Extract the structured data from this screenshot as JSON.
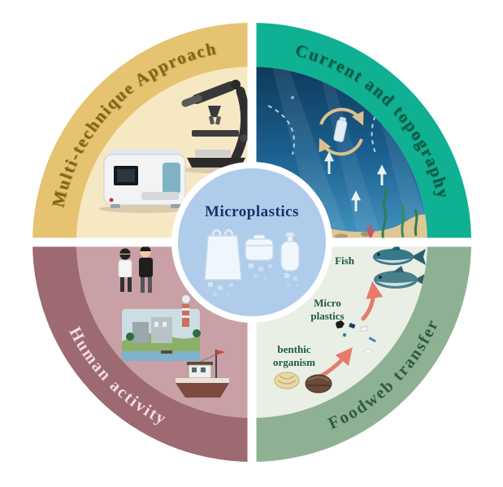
{
  "center": {
    "label": "Microplastics"
  },
  "quadrants": {
    "top_left": {
      "label": "Multi-technique Approach"
    },
    "top_right": {
      "label": "Current and topography"
    },
    "bottom_left": {
      "label": "Human activity"
    },
    "bottom_right": {
      "label": "Foodweb transfer",
      "fish_label": "Fish",
      "micro_label_line1": "Micro",
      "micro_label_line2": "plastics",
      "benthic_label_line1": "benthic",
      "benthic_label_line2": "organism"
    }
  },
  "colors": {
    "top_left_ring": "#e6c371",
    "top_left_fill": "#f7e8c4",
    "top_left_text": "#8a6212",
    "top_right_ring": "#10b093",
    "top_right_text": "#0a5c44",
    "bottom_left_ring": "#9d6a71",
    "bottom_left_fill": "#c8a0a6",
    "bottom_left_text": "#f3dbde",
    "bottom_right_ring": "#8fb193",
    "bottom_right_fill": "#e9efe4",
    "bottom_right_text": "#2c5c3d",
    "center_fill": "#afccea",
    "center_text": "#1d2f6d",
    "annotation_text": "#1d5c38",
    "arrow": "#e87a6c",
    "ocean_top": "#0e3a5c",
    "ocean_bottom": "#4596c2",
    "sand": "#dfc794"
  }
}
